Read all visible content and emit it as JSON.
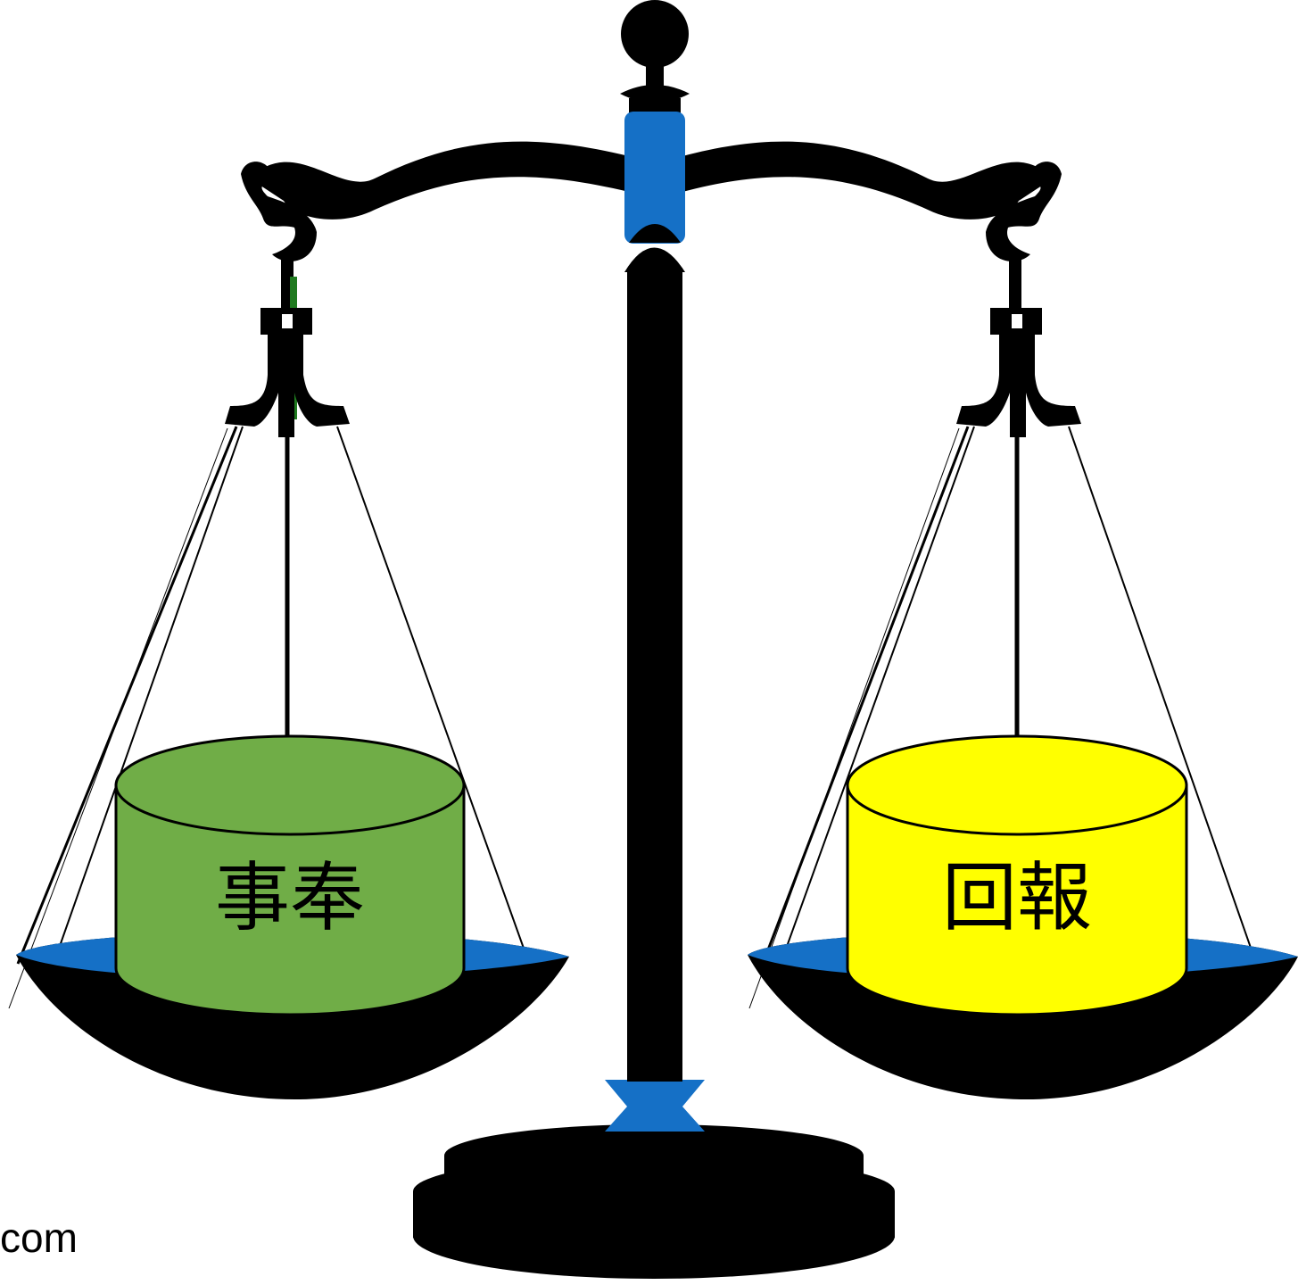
{
  "left_pan": {
    "label": "事奉",
    "drum_color": "#70AD47"
  },
  "right_pan": {
    "label": "回報",
    "drum_color": "#FFFF00"
  },
  "footer": {
    "text": "com"
  },
  "colors": {
    "frame": "#000000",
    "accent": "#1570C6",
    "pan_top": "#1570C6"
  }
}
